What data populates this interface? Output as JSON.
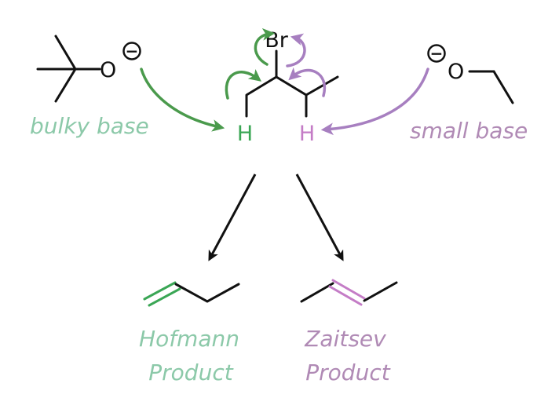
{
  "colors": {
    "black": "#111111",
    "green_atom": "#3aa655",
    "green_arrow": "#4a9a4c",
    "green_label": "#8cc9a9",
    "purple_atom": "#c47cc6",
    "purple_arrow": "#a77fc0",
    "purple_label": "#b08ab5"
  },
  "atoms": {
    "bromine": "Br",
    "oxygen_left": "O",
    "oxygen_right": "O",
    "hydrogen_left": "H",
    "hydrogen_right": "H"
  },
  "charges": {
    "left": "−",
    "right": "−"
  },
  "labels": {
    "bulky_base": "bulky base",
    "small_base": "small base",
    "hofmann_line1": "Hofmann",
    "hofmann_line2": "Product",
    "zaitsev_line1": "Zaitsev",
    "zaitsev_line2": "Product"
  }
}
